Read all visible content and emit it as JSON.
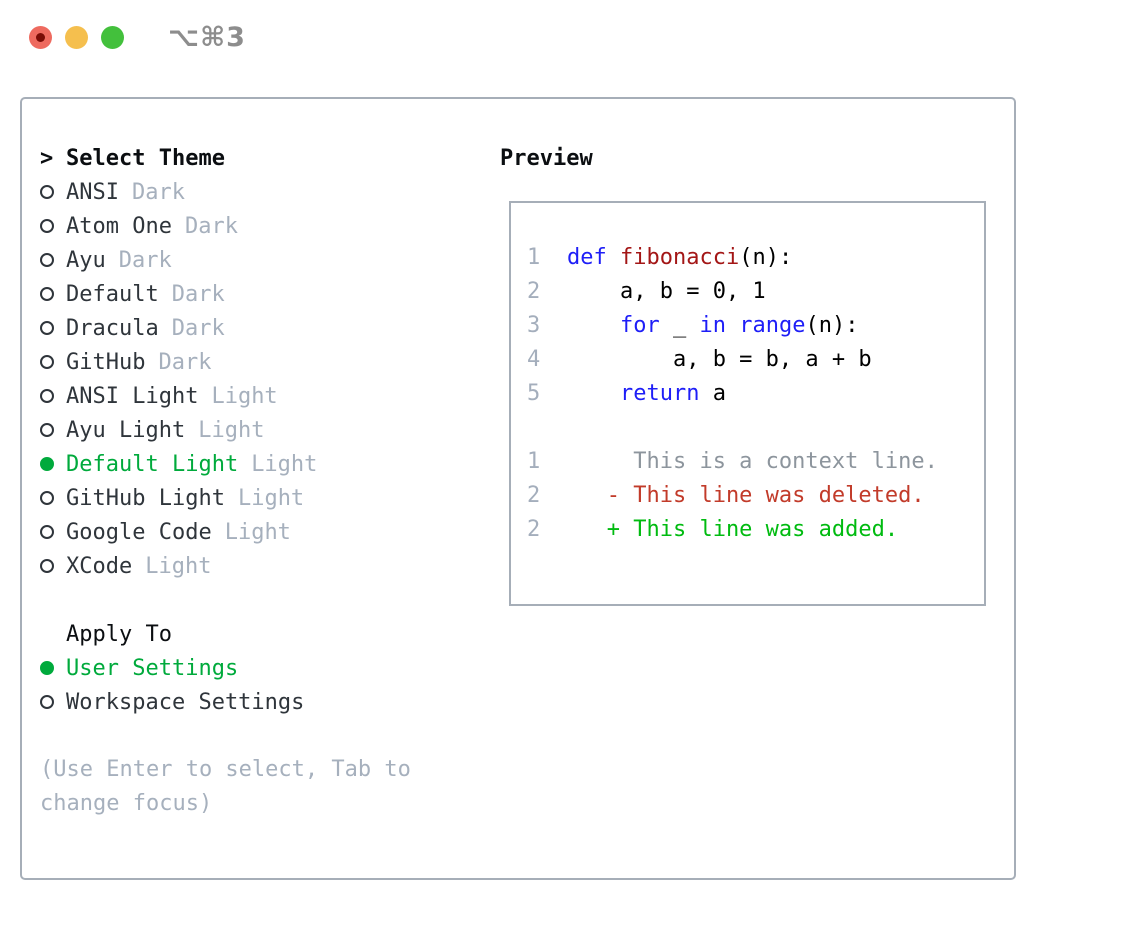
{
  "window": {
    "shortcut": "⌥⌘3"
  },
  "colors": {
    "selection_green": "#00aa3c",
    "added_green": "#00bb10",
    "deleted_red": "#c23b2a",
    "keyword_blue": "#1e1ef7",
    "function_red": "#a31616",
    "muted_gray": "#a6b0bd",
    "context_gray": "#8d959d",
    "line_number_gray": "#a4aebc",
    "text_dark": "#2f353b",
    "border_gray": "#a6aeb8",
    "traffic_red": "#ee6a5f",
    "traffic_yellow": "#f5bf4e",
    "traffic_green": "#43c03c"
  },
  "theme_panel": {
    "title": "Select Theme",
    "themes": [
      {
        "name": "ANSI",
        "tag": "Dark",
        "selected": false
      },
      {
        "name": "Atom One",
        "tag": "Dark",
        "selected": false
      },
      {
        "name": "Ayu",
        "tag": "Dark",
        "selected": false
      },
      {
        "name": "Default",
        "tag": "Dark",
        "selected": false
      },
      {
        "name": "Dracula",
        "tag": "Dark",
        "selected": false
      },
      {
        "name": "GitHub",
        "tag": "Dark",
        "selected": false
      },
      {
        "name": "ANSI Light",
        "tag": "Light",
        "selected": false
      },
      {
        "name": "Ayu Light",
        "tag": "Light",
        "selected": false
      },
      {
        "name": "Default Light",
        "tag": "Light",
        "selected": true
      },
      {
        "name": "GitHub Light",
        "tag": "Light",
        "selected": false
      },
      {
        "name": "Google Code",
        "tag": "Light",
        "selected": false
      },
      {
        "name": "XCode",
        "tag": "Light",
        "selected": false
      }
    ],
    "apply_to": {
      "title": "Apply To",
      "options": [
        {
          "label": "User Settings",
          "selected": true
        },
        {
          "label": "Workspace Settings",
          "selected": false
        }
      ]
    },
    "help": "(Use Enter to select, Tab to change focus)"
  },
  "preview": {
    "title": "Preview",
    "code_lines": [
      {
        "num": "1",
        "tokens": [
          [
            "def",
            "kw"
          ],
          [
            " ",
            "plain"
          ],
          [
            "fibonacci",
            "fn"
          ],
          [
            "(n):",
            "plain"
          ]
        ]
      },
      {
        "num": "2",
        "tokens": [
          [
            "    a, b = 0, 1",
            "plain"
          ]
        ]
      },
      {
        "num": "3",
        "tokens": [
          [
            "    ",
            "plain"
          ],
          [
            "for",
            "kw"
          ],
          [
            " _ ",
            "plain"
          ],
          [
            "in",
            "kw"
          ],
          [
            " ",
            "plain"
          ],
          [
            "range",
            "kw"
          ],
          [
            "(n):",
            "plain"
          ]
        ]
      },
      {
        "num": "4",
        "tokens": [
          [
            "        a, b = b, a + b",
            "plain"
          ]
        ]
      },
      {
        "num": "5",
        "tokens": [
          [
            "    ",
            "plain"
          ],
          [
            "return",
            "kw"
          ],
          [
            " a",
            "plain"
          ]
        ]
      },
      {
        "num": "",
        "tokens": []
      },
      {
        "num": "1",
        "tokens": [
          [
            "     This is a context line.",
            "ctx"
          ]
        ]
      },
      {
        "num": "2",
        "tokens": [
          [
            "   - This line was deleted.",
            "del"
          ]
        ]
      },
      {
        "num": "2",
        "tokens": [
          [
            "   + This line was added.",
            "add"
          ]
        ]
      }
    ]
  }
}
